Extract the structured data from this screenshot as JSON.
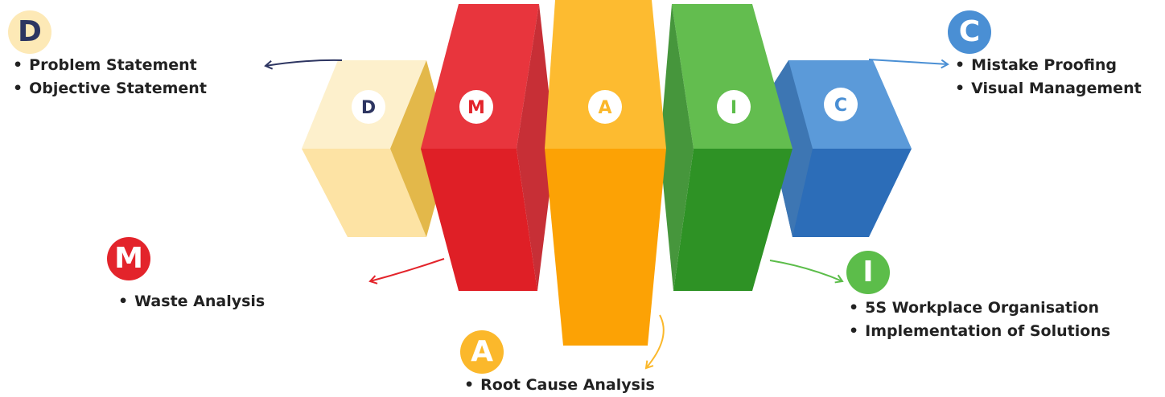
{
  "phases": [
    {
      "key": "define",
      "letter": "D",
      "color": "#fde9b6",
      "badge_text_color": "#2d3561",
      "items": [
        "Problem Statement",
        "Objective Statement"
      ]
    },
    {
      "key": "measure",
      "letter": "M",
      "color": "#e3242b",
      "badge_text_color": "#ffffff",
      "items": [
        "Waste Analysis"
      ]
    },
    {
      "key": "analyze",
      "letter": "A",
      "color": "#fbb82b",
      "badge_text_color": "#ffffff",
      "items": [
        "Root Cause Analysis"
      ]
    },
    {
      "key": "improve",
      "letter": "I",
      "color": "#5cbd4a",
      "badge_text_color": "#ffffff",
      "items": [
        "5S Workplace Organisation",
        "Implementation of Solutions"
      ]
    },
    {
      "key": "control",
      "letter": "C",
      "color": "#4a8fd4",
      "badge_text_color": "#ffffff",
      "items": [
        "Mistake Proofing",
        "Visual Management"
      ]
    }
  ]
}
